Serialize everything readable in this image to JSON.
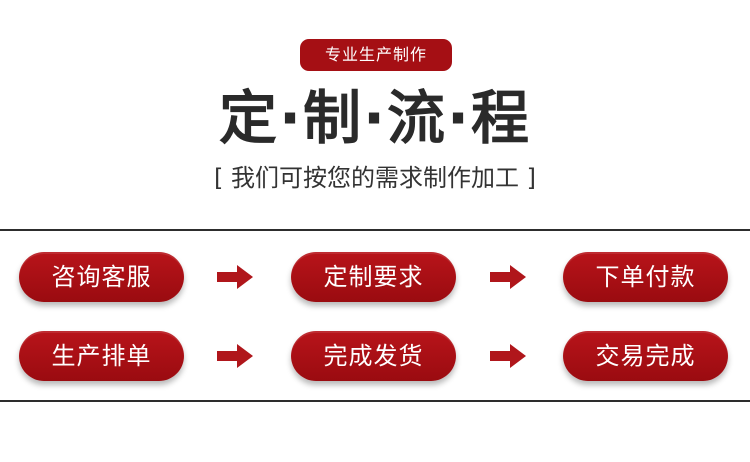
{
  "header": {
    "badge": "专业生产制作",
    "title": "定·制·流·程",
    "subtitle": "[ 我们可按您的需求制作加工 ]"
  },
  "steps": [
    {
      "label": "咨询客服"
    },
    {
      "label": "定制要求"
    },
    {
      "label": "下单付款"
    },
    {
      "label": "生产排单"
    },
    {
      "label": "完成发货"
    },
    {
      "label": "交易完成"
    }
  ],
  "colors": {
    "accent": "#a50f14",
    "text_dark": "#2a2a2a",
    "rule": "#2d2d2d",
    "background": "#ffffff"
  },
  "icons": {
    "arrow": "arrow-right-icon"
  }
}
